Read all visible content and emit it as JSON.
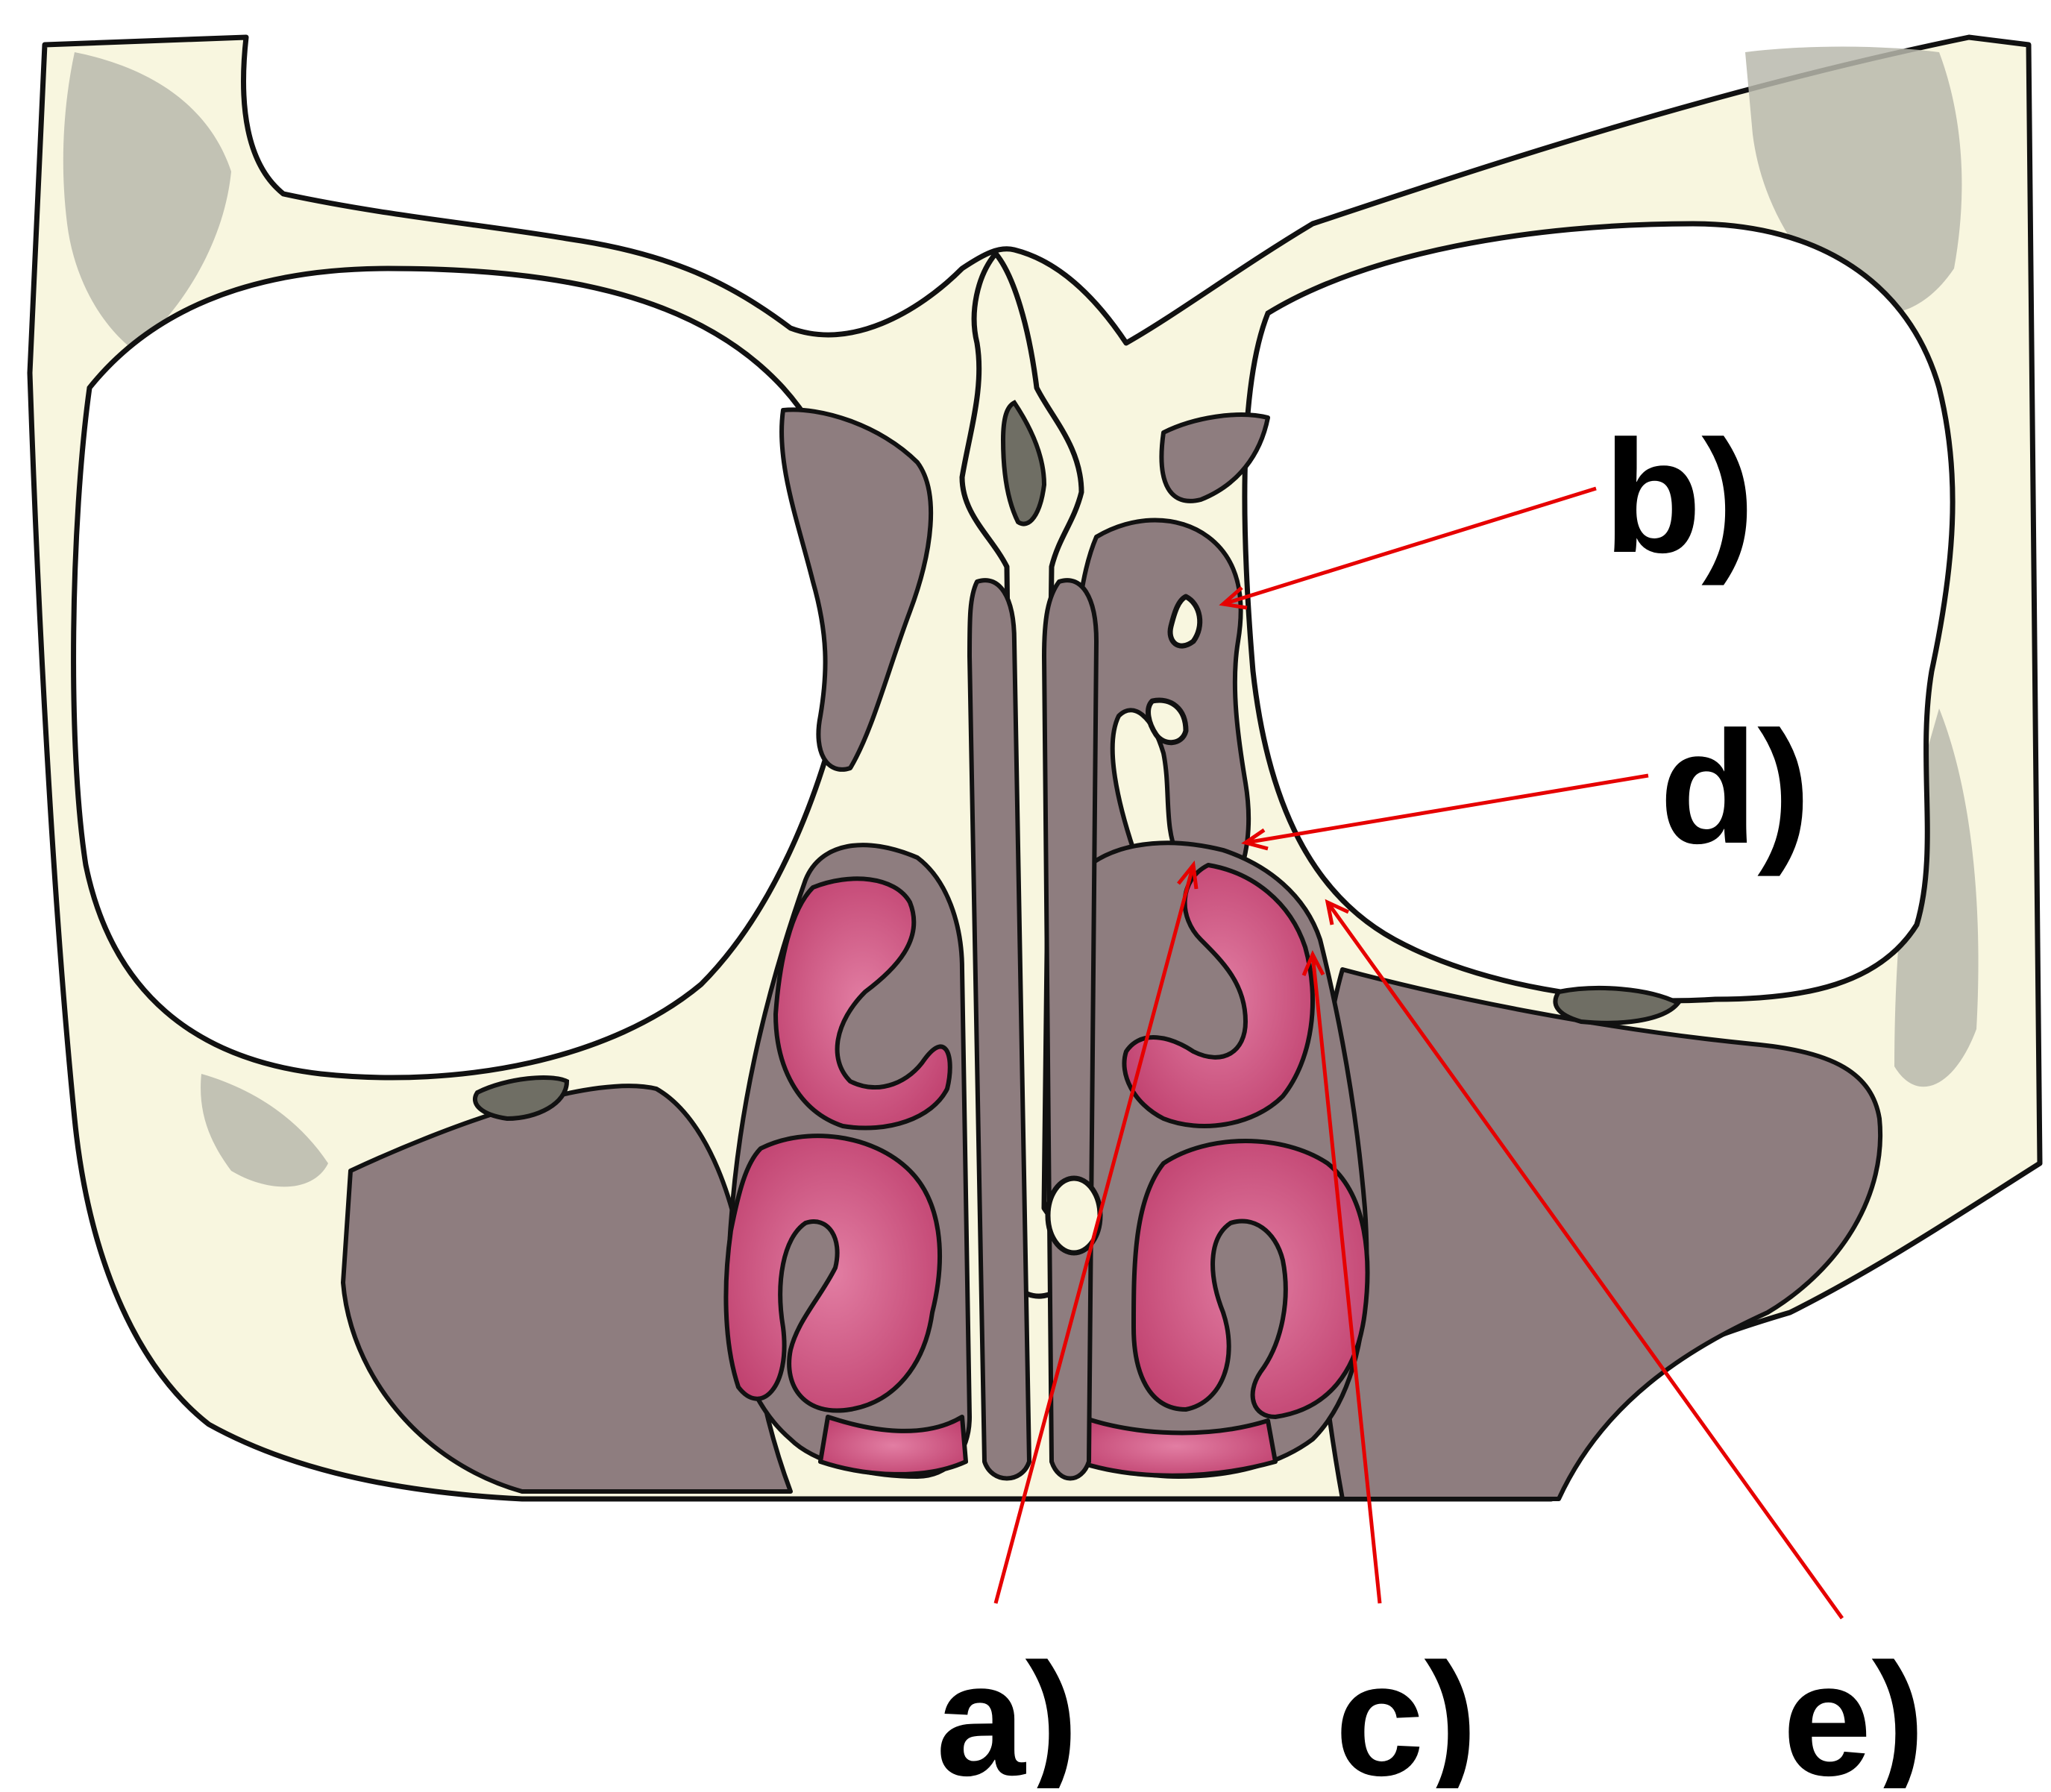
{
  "labels": {
    "a": "a)",
    "b": "b)",
    "c": "c)",
    "d": "d)",
    "e": "e)"
  },
  "colors": {
    "bone": "#f8f6df",
    "outline": "#111111",
    "soft_tissue": "#8e7d7f",
    "mucosa": "#c84a77",
    "mucosa_light": "#d96a92",
    "dark_duct": "#6f6e64",
    "cancellous": "#b9b8ad",
    "pointer": "#e60000"
  }
}
